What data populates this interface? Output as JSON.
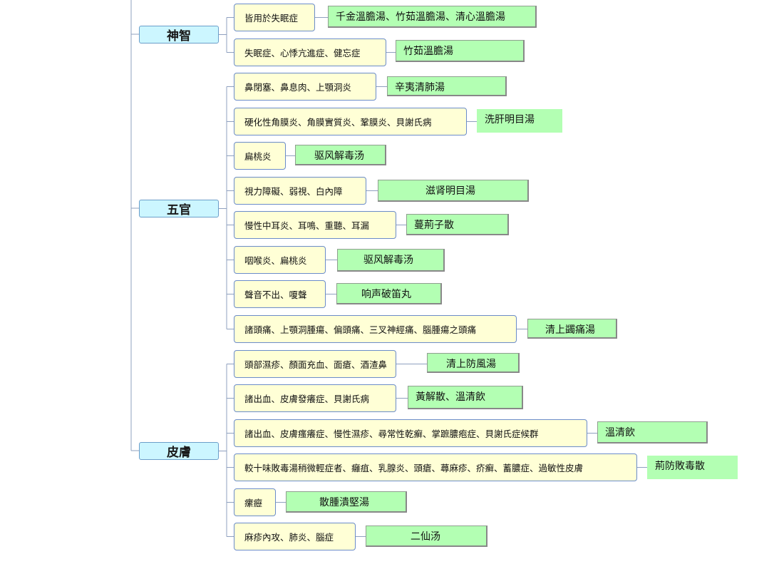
{
  "categories": [
    {
      "id": "shenzhi",
      "label": "神智",
      "items": [
        {
          "symptom": "皆用於失眠症",
          "remedy": "千金溫膽湯、竹茹溫膽湯、清心溫膽湯"
        },
        {
          "symptom": "失眠症、心悸亢進症、健忘症",
          "remedy": "竹茹溫膽湯"
        }
      ]
    },
    {
      "id": "wuguan",
      "label": "五官",
      "items": [
        {
          "symptom": "鼻閉塞、鼻息肉、上顎洞炎",
          "remedy": "辛夷清肺湯"
        },
        {
          "symptom": "硬化性角膜炎、角膜實質炎、鞏膜炎、貝謝氏病",
          "remedy": "洗肝明目湯"
        },
        {
          "symptom": "扁桃炎",
          "remedy": "驱风解毒汤"
        },
        {
          "symptom": "視力障礙、弱視、白內障",
          "remedy": "滋肾明目湯"
        },
        {
          "symptom": "慢性中耳炎、耳鳴、重聽、耳漏",
          "remedy": "蔓荊子散"
        },
        {
          "symptom": "咽喉炎、扁桃炎",
          "remedy": "驱风解毒汤"
        },
        {
          "symptom": "聲音不出、嗄聲",
          "remedy": "响声破笛丸"
        },
        {
          "symptom": "諸頭痛、上顎洞腫瘍、偏頭痛、三叉神經痛、腦腫瘍之頭痛",
          "remedy": "清上蠲痛湯"
        }
      ]
    },
    {
      "id": "pifu",
      "label": "皮膚",
      "items": [
        {
          "symptom": "頭部濕疹、顏面充血、面瘡、酒渣鼻",
          "remedy": "清上防風湯"
        },
        {
          "symptom": "諸出血、皮膚發癢症、貝謝氏病",
          "remedy": "黃解散、溫清飲"
        },
        {
          "symptom": "諸出血、皮膚瘙癢症、慢性濕疹、尋常性乾癬、掌蹠膿疱症、貝謝氏症候群",
          "remedy": "溫清飲"
        },
        {
          "symptom": "較十味敗毒湯稍微輕症者、癰疽、乳腺炎、頭瘡、蕁麻疹、疥癬、蓄膿症、過敏性皮膚",
          "remedy": "荊防敗毒散"
        },
        {
          "symptom": "瘰癧",
          "remedy": "散腫潰堅湯"
        },
        {
          "symptom": "麻疹內攻、肺炎、腦症",
          "remedy": "二仙汤"
        }
      ]
    }
  ]
}
